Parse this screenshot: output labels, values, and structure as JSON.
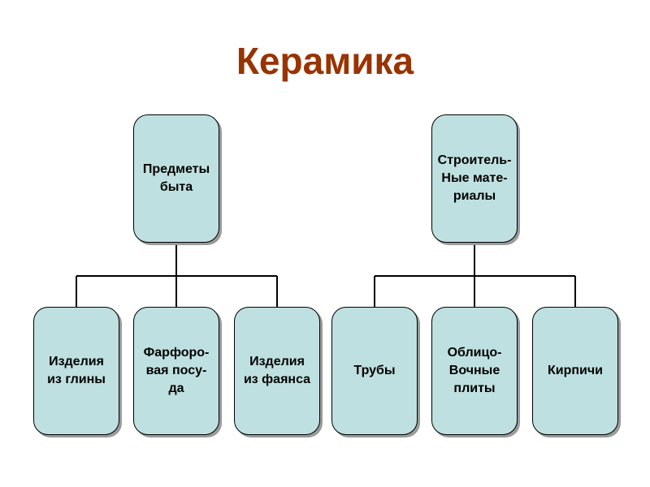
{
  "title": "Керамика",
  "colors": {
    "title": "#993300",
    "box_fill": "#bfe0e0",
    "line": "#000000"
  },
  "groups": [
    {
      "label": "Предметы\nбыта",
      "children": [
        "Изделия\nиз глины",
        "Фарфоро-\nвая посу-\nда",
        "Изделия\nиз фаянса"
      ]
    },
    {
      "label": "Строитель-\nНые мате-\nриалы",
      "children": [
        "Трубы",
        "Облицо-\nВочные\nплиты",
        "Кирпичи"
      ]
    }
  ]
}
